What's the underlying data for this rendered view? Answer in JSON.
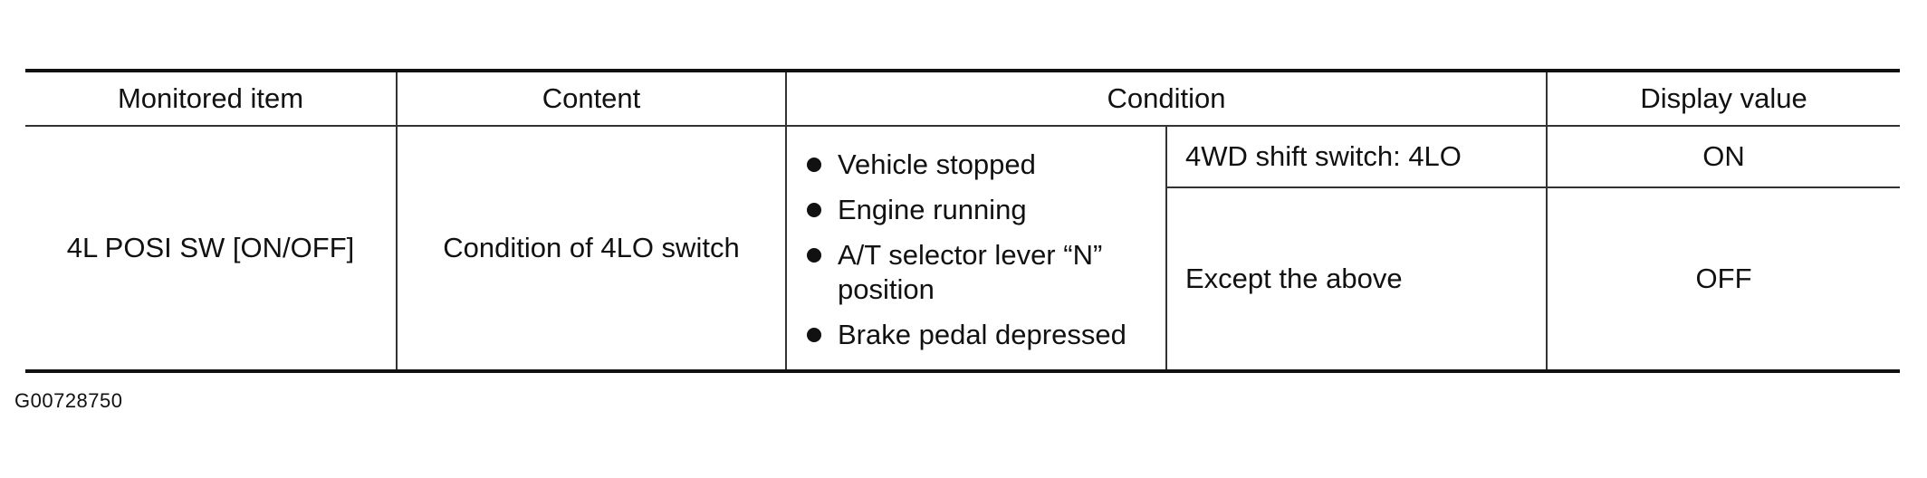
{
  "table": {
    "headers": {
      "monitored_item": "Monitored item",
      "content": "Content",
      "condition": "Condition",
      "display_value": "Display value"
    },
    "row": {
      "monitored_item": "4L POSI SW [ON/OFF]",
      "content": "Condition of 4LO switch",
      "conditions": [
        "Vehicle stopped",
        "Engine running",
        "A/T selector lever “N” position",
        "Brake pedal depressed"
      ],
      "cases": [
        {
          "condition": "4WD shift switch: 4LO",
          "display_value": "ON"
        },
        {
          "condition": "Except the above",
          "display_value": "OFF"
        }
      ]
    }
  },
  "figure_id": "G00728750"
}
